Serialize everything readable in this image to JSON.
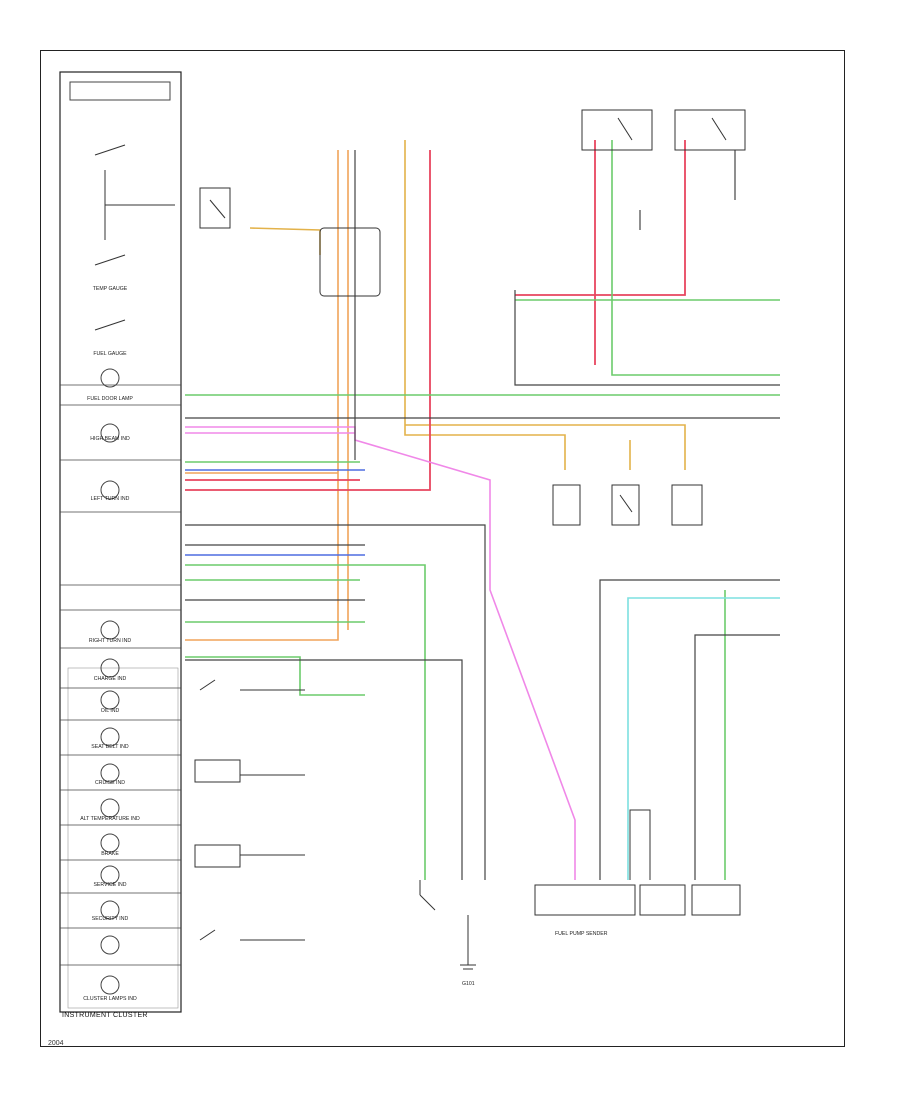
{
  "cluster": {
    "caption": "INSTRUMENT CLUSTER",
    "indicators": [
      {
        "label": "TEMP GAUGE"
      },
      {
        "label": "FUEL GAUGE"
      },
      {
        "label": "FUEL DOOR LAMP"
      },
      {
        "label": "HIGH BEAM IND"
      },
      {
        "label": "LEFT TURN IND"
      },
      {
        "label": "RIGHT TURN IND"
      },
      {
        "label": "CHARGE IND"
      },
      {
        "label": "OIL IND"
      },
      {
        "label": "SEAT BELT IND"
      },
      {
        "label": "CRUISE IND"
      },
      {
        "label": "ALT TEMPERATURE IND"
      },
      {
        "label": "BRAKE"
      },
      {
        "label": "SERVICE IND"
      },
      {
        "label": "SECURITY IND"
      },
      {
        "label": "CLUSTER LAMPS IND"
      }
    ]
  },
  "components": {
    "fuel_pump_sender": "FUEL PUMP SENDER",
    "ground": "G101"
  },
  "wire_colors": {
    "yellow": "#e3b24a",
    "orange": "#f0a45a",
    "red": "#e8455f",
    "pink": "#f088e8",
    "green": "#6ccb6c",
    "cyan": "#7de0e0",
    "blue": "#4f6de0",
    "black": "#333333"
  },
  "footer": "2004"
}
